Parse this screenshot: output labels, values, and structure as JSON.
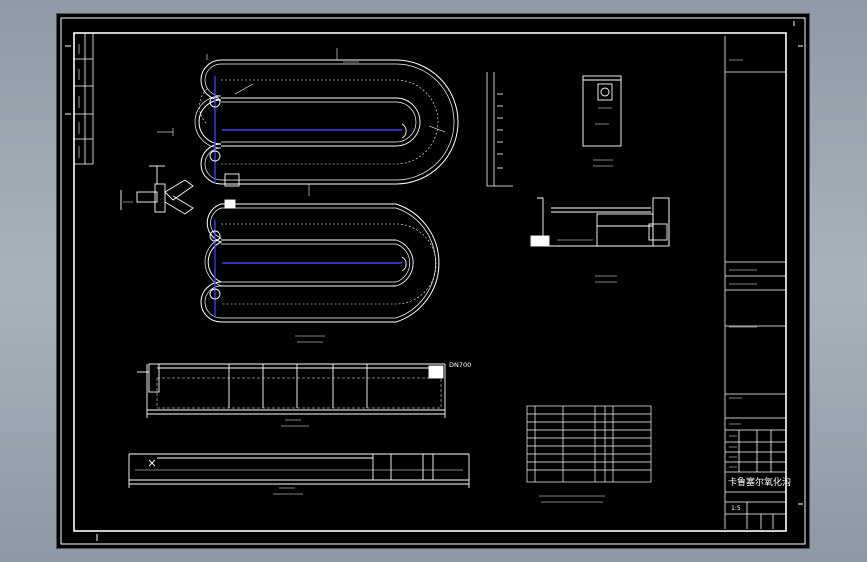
{
  "labels": {
    "pipe_size": "DN700",
    "title_block_name": "卡鲁塞尔氧化沟",
    "scale_ratio": "1:5"
  }
}
